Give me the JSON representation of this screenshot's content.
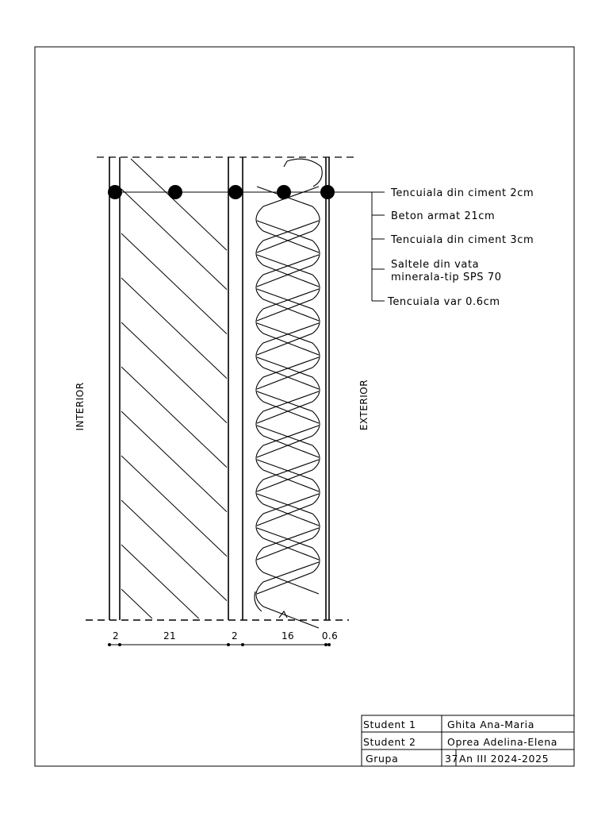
{
  "drawing": {
    "side_interior": "INTERIOR",
    "side_exterior": "EXTERIOR",
    "layers": [
      {
        "label": "Tencuiala din ciment 2cm"
      },
      {
        "label": "Beton armat 21cm"
      },
      {
        "label": "Tencuiala din ciment 3cm"
      },
      {
        "label_line1": "Saltele din vata",
        "label_line2": "minerala-tip SPS 70"
      },
      {
        "label": "Tencuiala var 0.6cm"
      }
    ],
    "dimensions": [
      "2",
      "21",
      "2",
      "16",
      "0.6"
    ]
  },
  "title_block": {
    "row1_label": "Student 1",
    "row1_value": "Ghita Ana-Maria",
    "row2_label": "Student 2",
    "row2_value": "Oprea Adelina-Elena",
    "row3_label": "Grupa",
    "row3_group": "37",
    "row3_year": "An III 2024-2025"
  }
}
